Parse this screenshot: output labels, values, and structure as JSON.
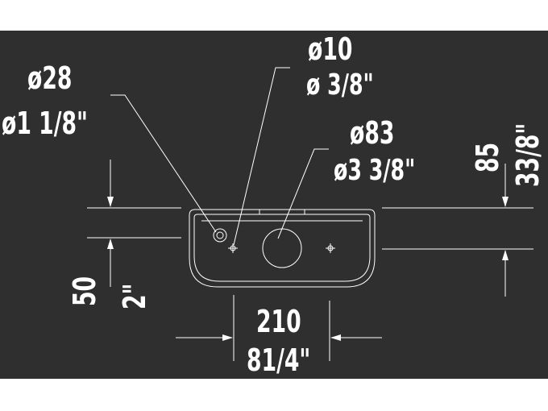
{
  "labels": {
    "small_hole_mm": "ø10",
    "small_hole_in": "ø 3/8\"",
    "left_hole_mm": "ø28",
    "left_hole_in": "ø1 1/8\"",
    "main_hole_mm": "ø83",
    "main_hole_in": "ø3 3/8\"",
    "depth_mm": "85",
    "depth_in": "33/8\"",
    "offset_mm": "50",
    "offset_in": "2\"",
    "width_mm": "210",
    "width_in": "81/4\""
  },
  "colors": {
    "background": "#2f2f2f",
    "line": "#ffffff",
    "page": "#ffffff"
  }
}
